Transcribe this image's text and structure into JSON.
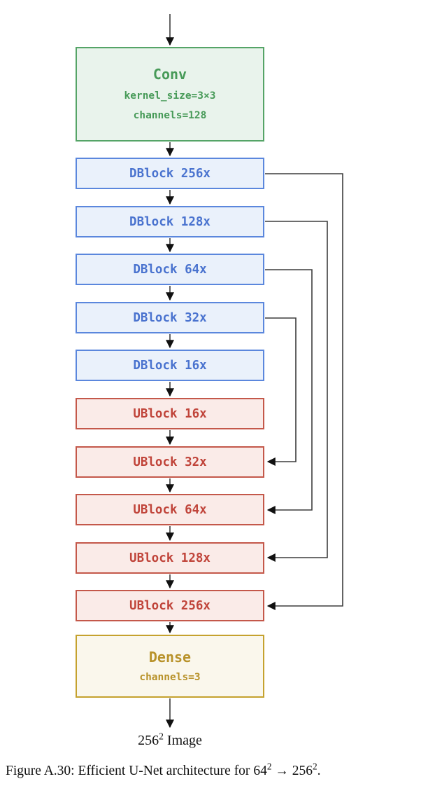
{
  "diagram": {
    "conv": {
      "title": "Conv",
      "kernel": "kernel_size=3×3",
      "channels": "channels=128"
    },
    "encoder_blocks": [
      {
        "label": "DBlock 256x"
      },
      {
        "label": "DBlock 128x"
      },
      {
        "label": "DBlock 64x"
      },
      {
        "label": "DBlock 32x"
      },
      {
        "label": "DBlock 16x"
      }
    ],
    "decoder_blocks": [
      {
        "label": "UBlock 16x"
      },
      {
        "label": "UBlock 32x"
      },
      {
        "label": "UBlock 64x"
      },
      {
        "label": "UBlock 128x"
      },
      {
        "label": "UBlock 256x"
      }
    ],
    "dense": {
      "title": "Dense",
      "channels": "channels=3"
    },
    "output_label": {
      "base": "256",
      "exponent": "2",
      "suffix": " Image"
    },
    "colors": {
      "conv_border": "#55a467",
      "conv_fill": "#e9f3ec",
      "conv_text": "#479a58",
      "dblock_border": "#5b87dd",
      "dblock_fill": "#eaf1fb",
      "dblock_text": "#4a73cf",
      "ublock_border": "#c4584a",
      "ublock_fill": "#faebe8",
      "ublock_text": "#c0443a",
      "dense_border": "#c5a22e",
      "dense_fill": "#faf7ec",
      "dense_text": "#b8922a",
      "wire": "#3d3d3d",
      "arrowhead": "#111111"
    }
  },
  "caption": {
    "prefix": "Figure A.30: Efficient U-Net architecture for ",
    "from_base": "64",
    "from_exp": "2",
    "arrow": " → ",
    "to_base": "256",
    "to_exp": "2",
    "period": "."
  }
}
